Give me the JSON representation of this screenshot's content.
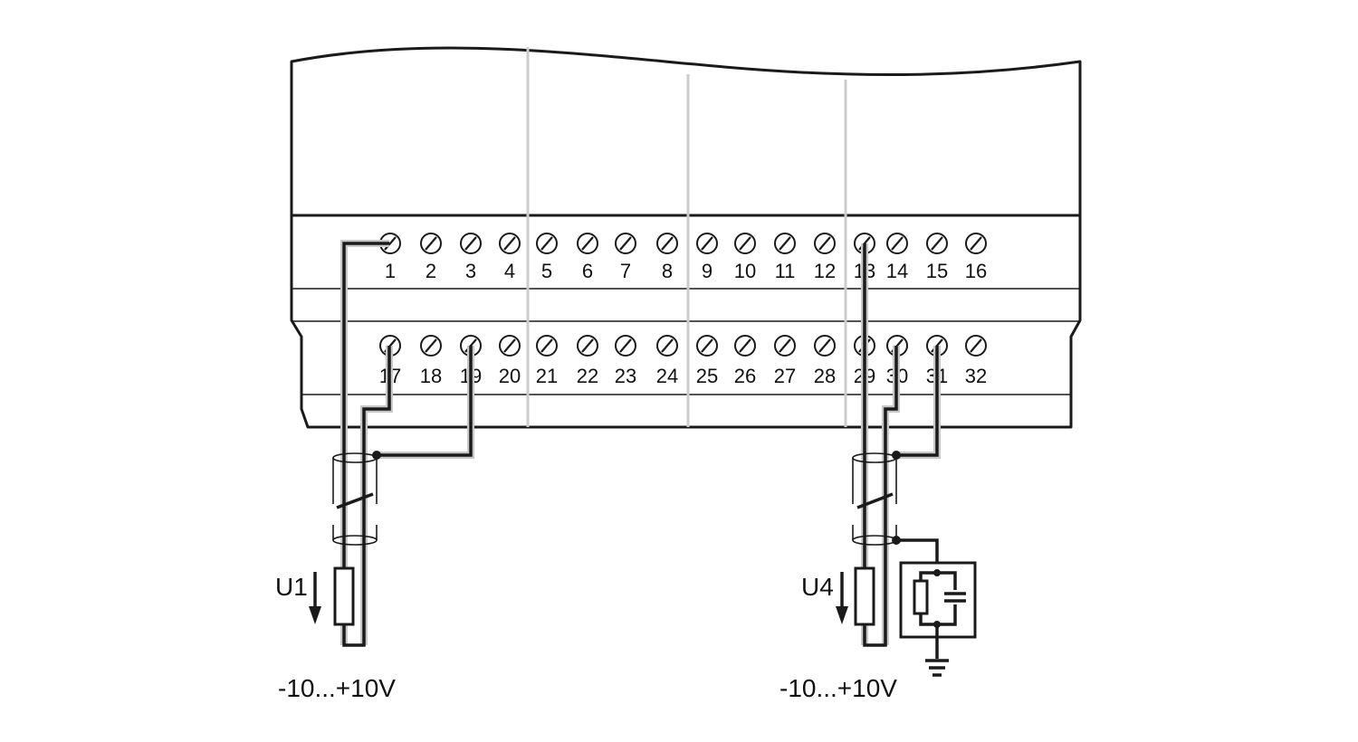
{
  "terminals_top": [
    "1",
    "2",
    "3",
    "4",
    "5",
    "6",
    "7",
    "8",
    "9",
    "10",
    "11",
    "12",
    "13",
    "14",
    "15",
    "16"
  ],
  "terminals_bottom": [
    "17",
    "18",
    "19",
    "20",
    "21",
    "22",
    "23",
    "24",
    "25",
    "26",
    "27",
    "28",
    "29",
    "30",
    "31",
    "32"
  ],
  "left_circuit": {
    "signal_label": "U1",
    "range_label": "-10...+10V"
  },
  "right_circuit": {
    "signal_label": "U4",
    "range_label": "-10...+10V"
  },
  "colors": {
    "line": "#1a1a1a",
    "separator": "#cccccc",
    "background": "#ffffff"
  }
}
